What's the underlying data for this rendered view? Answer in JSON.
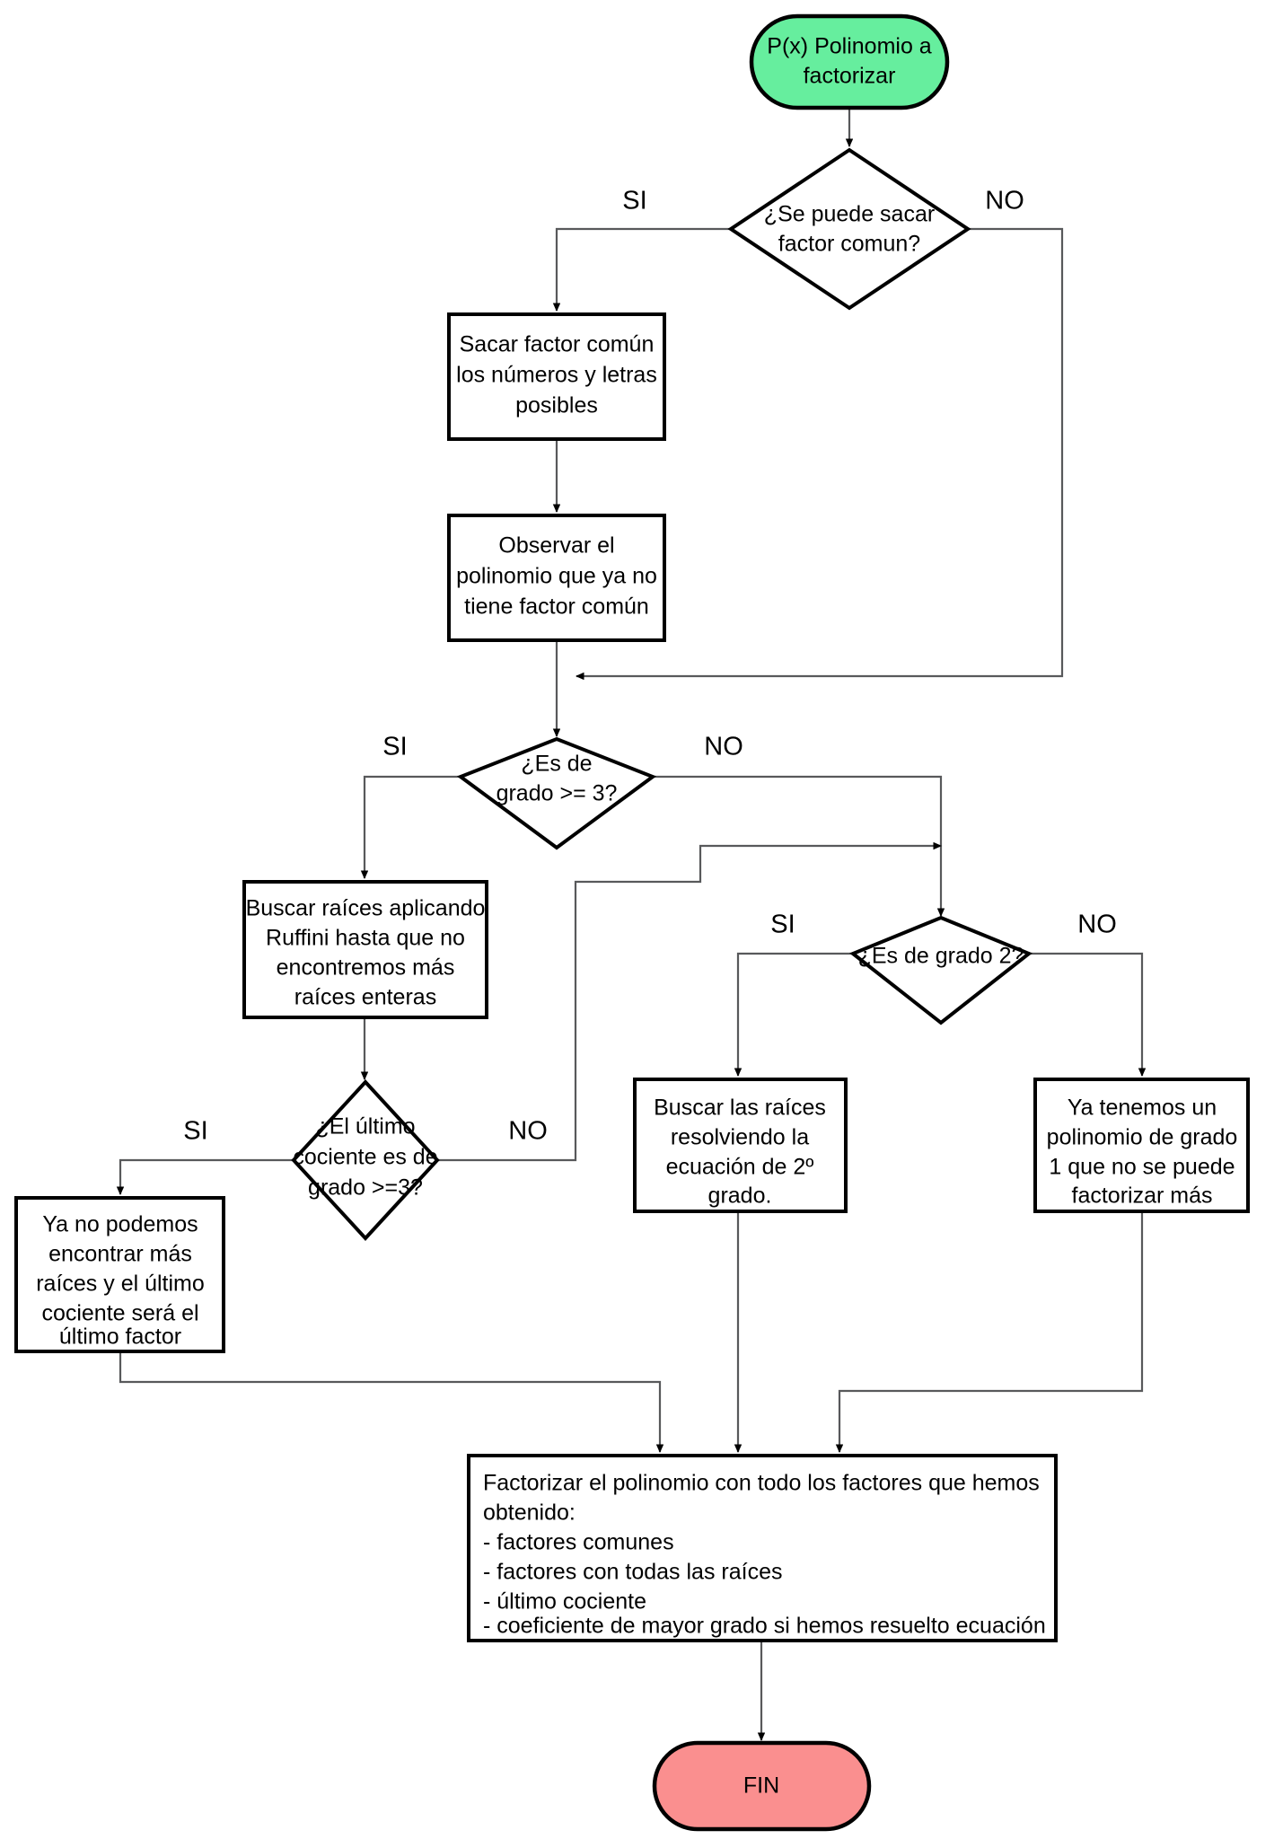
{
  "diagram": {
    "title": "Diagrama de flujo - Factorizacion de polinomios",
    "language": "es",
    "colors": {
      "start_fill": "#66ee9e",
      "end_fill": "#fa8f8f",
      "shape_stroke": "#000000",
      "connector_stroke": "#58595b",
      "process_fill": "#ffffff",
      "background": "#ffffff"
    },
    "nodes": {
      "start": {
        "type": "terminator",
        "lines": [
          "P(x) Polinomio a",
          "factorizar"
        ]
      },
      "d_factor_comun": {
        "type": "decision",
        "lines": [
          "¿Se puede sacar",
          "factor comun?"
        ]
      },
      "p_sacar_factor": {
        "type": "process",
        "lines": [
          "Sacar factor común",
          "los números y letras",
          "posibles"
        ]
      },
      "p_observar": {
        "type": "process",
        "lines": [
          "Observar el",
          "polinomio que ya no",
          "tiene factor común"
        ]
      },
      "d_grado3": {
        "type": "decision",
        "lines": [
          "¿Es de",
          "grado >= 3?"
        ]
      },
      "p_ruffini": {
        "type": "process",
        "lines": [
          "Buscar raíces aplicando",
          "Ruffini hasta que no",
          "encontremos más",
          "raíces enteras"
        ]
      },
      "d_ultimo_cociente": {
        "type": "decision",
        "lines": [
          "¿El último",
          "cociente es de",
          "grado >=3?"
        ]
      },
      "p_ya_no_podemos": {
        "type": "process",
        "lines": [
          "Ya no podemos",
          "encontrar más",
          "raíces y el último",
          "cociente será el",
          "último factor"
        ]
      },
      "d_grado2": {
        "type": "decision",
        "lines": [
          "¿Es de grado 2?"
        ]
      },
      "p_ecuacion2": {
        "type": "process",
        "lines": [
          "Buscar las raíces",
          "resolviendo la",
          "ecuación de 2º",
          "grado."
        ]
      },
      "p_grado1": {
        "type": "process",
        "lines": [
          "Ya tenemos un",
          "polinomio de grado",
          "1 que no se puede",
          "factorizar más"
        ]
      },
      "p_factorizar_final": {
        "type": "process",
        "align": "left",
        "lines": [
          "Factorizar el polinomio con todo los factores que hemos",
          "obtenido:",
          "- factores comunes",
          "- factores con todas las raíces",
          "- último cociente",
          "- coeficiente de mayor grado si hemos resuelto ecuación"
        ]
      },
      "end": {
        "type": "terminator",
        "lines": [
          "FIN"
        ]
      }
    },
    "branch_labels": {
      "d_factor_comun_si": "SI",
      "d_factor_comun_no": "NO",
      "d_grado3_si": "SI",
      "d_grado3_no": "NO",
      "d_ultimo_cociente_si": "SI",
      "d_ultimo_cociente_no": "NO",
      "d_grado2_si": "SI",
      "d_grado2_no": "NO"
    }
  }
}
